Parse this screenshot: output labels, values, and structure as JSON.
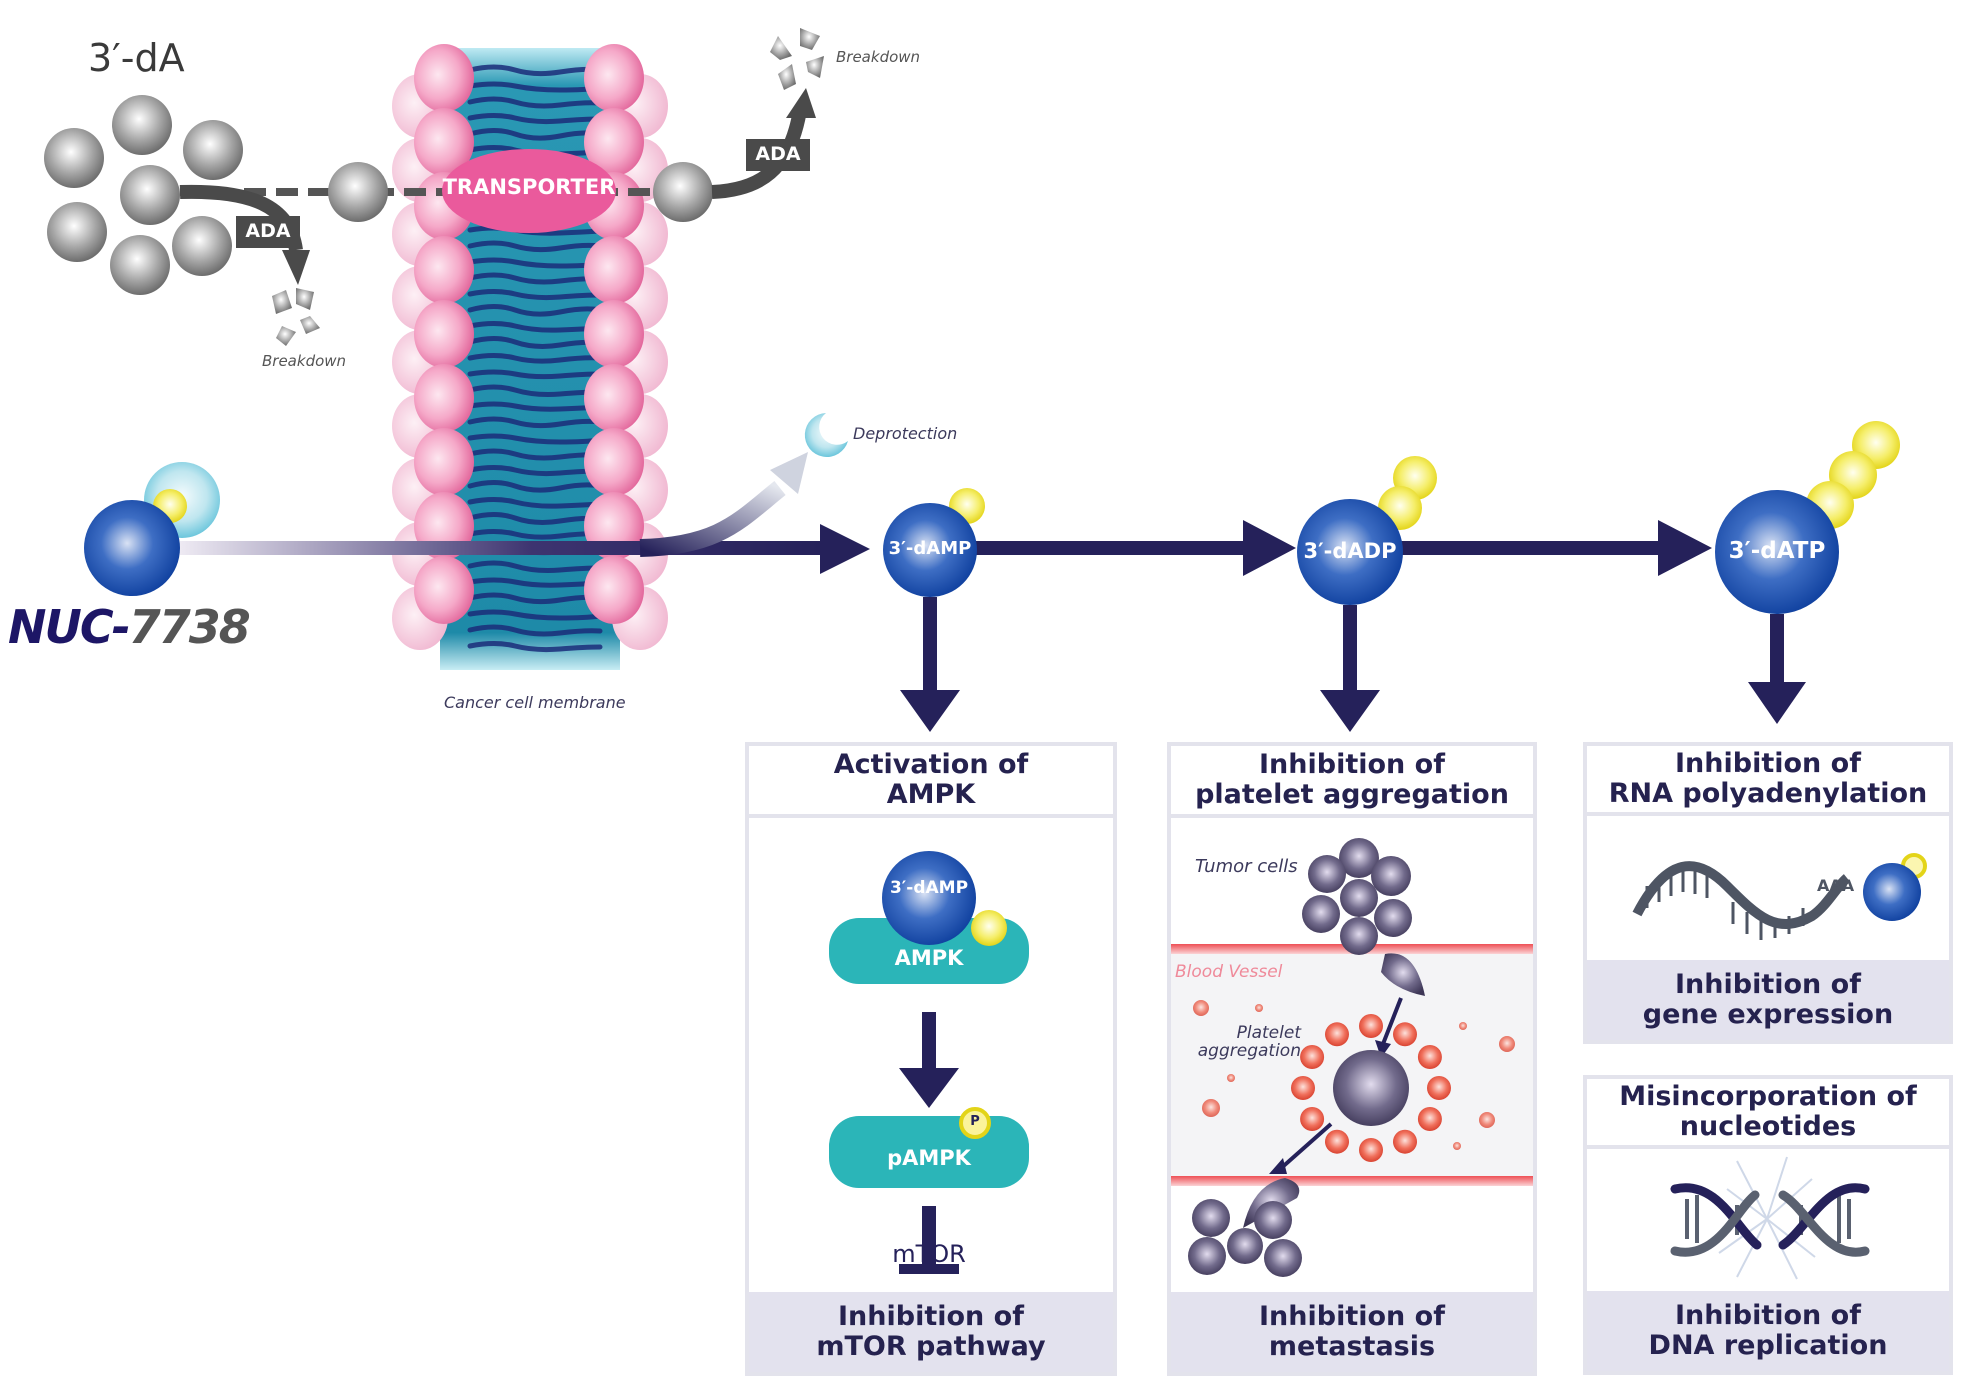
{
  "title_3da": "3′-dA",
  "membrane": {
    "transporter_label": "TRANSPORTER",
    "caption": "Cancer cell membrane"
  },
  "ada_left": {
    "label": "ADA",
    "breakdown": "Breakdown"
  },
  "ada_right": {
    "label": "ADA",
    "breakdown": "Breakdown"
  },
  "prodrug": {
    "name_prefix": "NUC-",
    "name_number": "7738",
    "deprotection": "Deprotection"
  },
  "metabolites": [
    {
      "label": "3′-dAMP",
      "phosphates": 1
    },
    {
      "label": "3′-dADP",
      "phosphates": 2
    },
    {
      "label": "3′-dATP",
      "phosphates": 3
    }
  ],
  "boxes": {
    "ampk": {
      "head": [
        "Activation of",
        "AMPK"
      ],
      "ball": "3′-dAMP",
      "enzyme": "AMPK",
      "phospho_enzyme": "pAMPK",
      "phospho_badge": "P",
      "target": "mTOR",
      "foot": [
        "Inhibition of",
        "mTOR pathway"
      ]
    },
    "platelet": {
      "head": [
        "Inhibition of",
        "platelet aggregation"
      ],
      "tumor_label": "Tumor cells",
      "vessel_label": "Blood Vessel",
      "aggregation_label": [
        "Platelet",
        "aggregation"
      ],
      "foot": [
        "Inhibition of",
        "metastasis"
      ]
    },
    "rna": {
      "head": [
        "Inhibition of",
        "RNA polyadenylation"
      ],
      "tail_label": "AAA",
      "foot": [
        "Inhibition of",
        "gene expression"
      ]
    },
    "dna": {
      "head": [
        "Misincorporation of",
        "nucleotides"
      ],
      "foot": [
        "Inhibition of",
        "DNA replication"
      ]
    }
  },
  "colors": {
    "navy": "#25215a",
    "pink": "#ea5a9c",
    "membrane_teal": "#1f8ca8",
    "enzyme_teal": "#2bb5b8",
    "phosphate_yellow": "#eee233",
    "platelet_red": "#ea5a45",
    "ada_gray": "#4a4a4a",
    "footer_bg": "#e3e2ee"
  }
}
